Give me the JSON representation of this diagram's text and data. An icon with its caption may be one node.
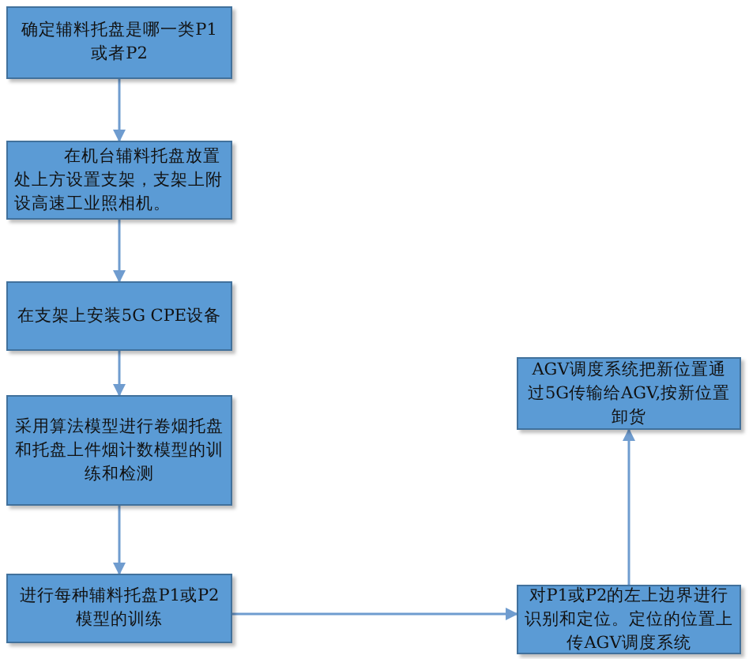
{
  "diagram": {
    "nodes": [
      {
        "text": [
          "确定辅料托盘是哪一类P1或者P2"
        ]
      },
      {
        "text": [
          "在机台辅料托盘放置处上方设置支架，支架上附设高速工业照相机。"
        ]
      },
      {
        "text": [
          "在支架上安装5G CPE设备"
        ]
      },
      {
        "text": [
          "采用算法模型进行卷烟托盘和托盘上件烟计数模型的训练和检测"
        ]
      },
      {
        "text": [
          "进行每种辅料托盘P1或P2模型的训练"
        ]
      },
      {
        "text": [
          "对P1或P2的左上边界进行识别和定位。定位的位置上传AGV调度系统"
        ]
      },
      {
        "text": [
          "AGV调度系统把新位置通过5G传输给AGV,按新位置卸货"
        ]
      }
    ],
    "edges": [
      {
        "from": 0,
        "to": 1,
        "arrow": "to"
      },
      {
        "from": 1,
        "to": 2,
        "arrow": "to"
      },
      {
        "from": 2,
        "to": 3,
        "arrow": "to"
      },
      {
        "from": 3,
        "to": 4,
        "arrow": "to"
      },
      {
        "from": 4,
        "to": 5,
        "arrow": "to"
      },
      {
        "from": 5,
        "to": 6,
        "arrow": "to"
      }
    ]
  }
}
